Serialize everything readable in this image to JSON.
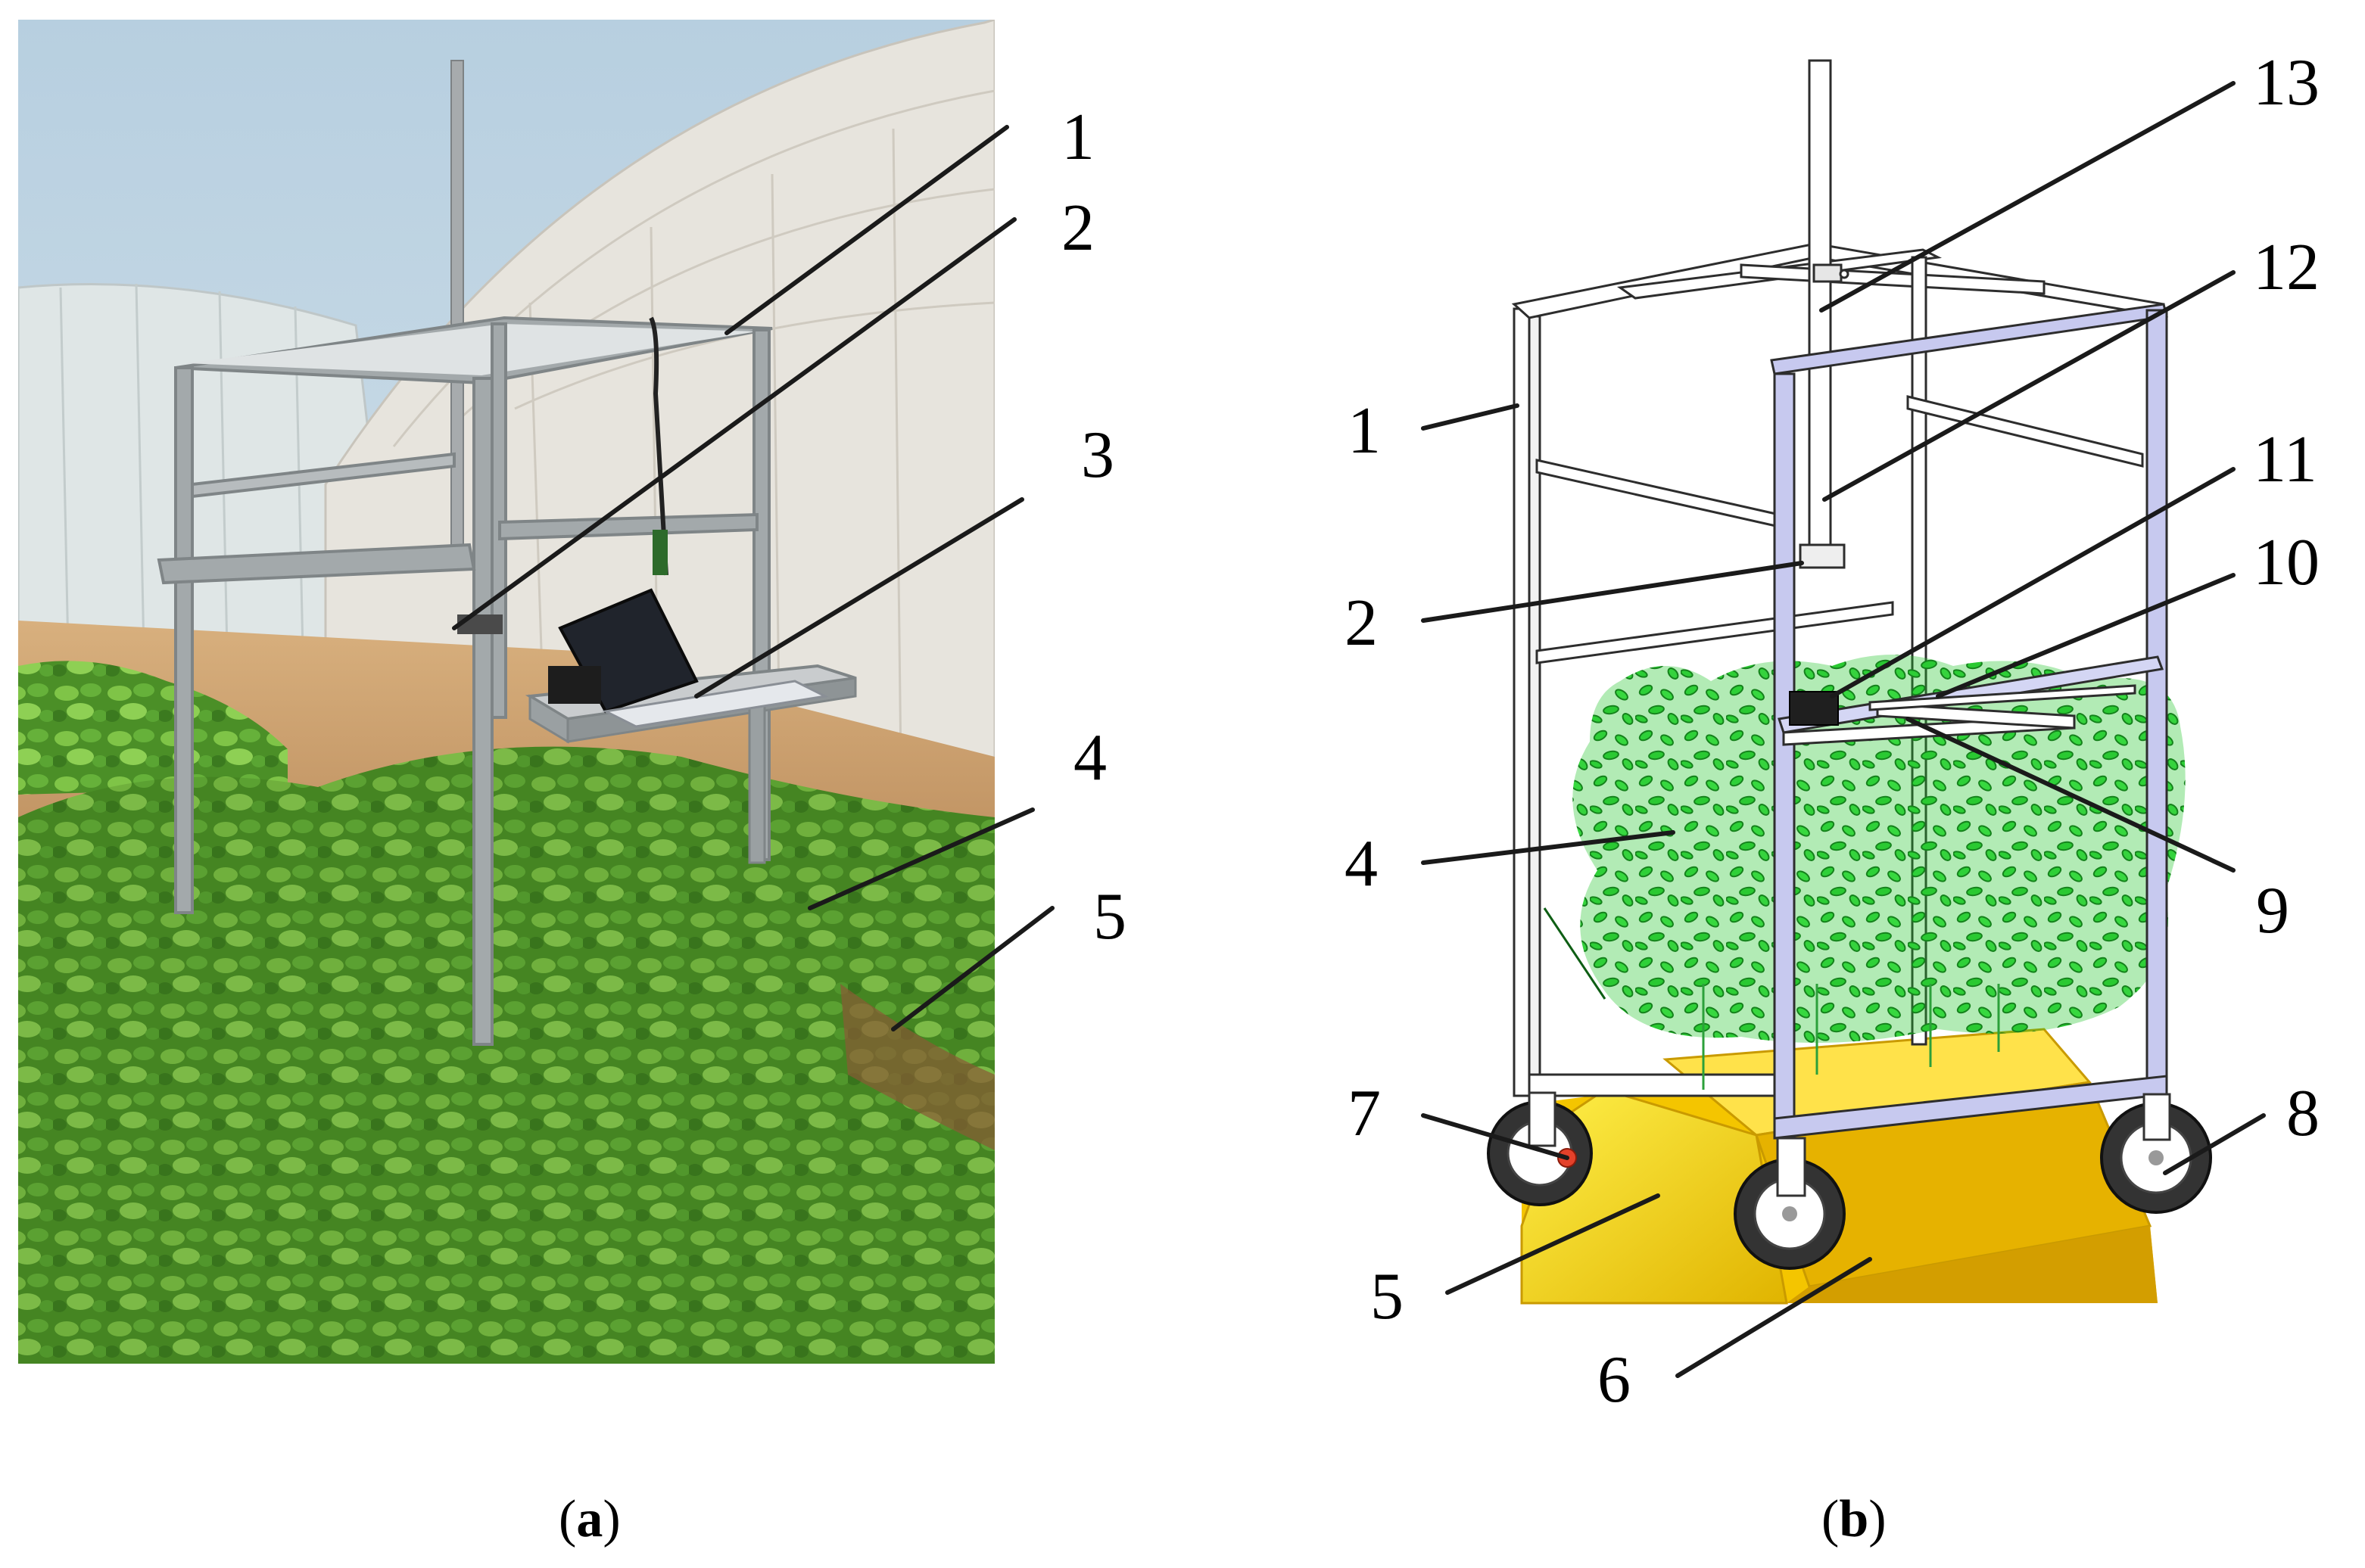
{
  "panels": [
    {
      "id": "a",
      "caption_open": "(",
      "caption_letter": "a",
      "caption_close": ")",
      "callouts": [
        "1",
        "2",
        "3",
        "4",
        "5"
      ]
    },
    {
      "id": "b",
      "caption_open": "(",
      "caption_letter": "b",
      "caption_close": ")",
      "callouts": [
        "1",
        "2",
        "4",
        "5",
        "6",
        "7",
        "8",
        "9",
        "10",
        "11",
        "12",
        "13"
      ]
    }
  ],
  "colors": {
    "sky": "#c9dbe6",
    "greenhouse_film": "#e7e5df",
    "soil": "#c79a6a",
    "potato_foliage": "#4f9a2a",
    "frame_metal": "#9aa0a2",
    "model_frame_outline": "#333333",
    "model_frame_fill": "#ffffff",
    "model_frame_tinted": "#c7c9ef",
    "model_foliage": "#2fd03a",
    "model_ridge_yellow": "#f6d200",
    "model_ridge_shadow": "#d9a400",
    "wheel_dark": "#3a3a3a"
  }
}
